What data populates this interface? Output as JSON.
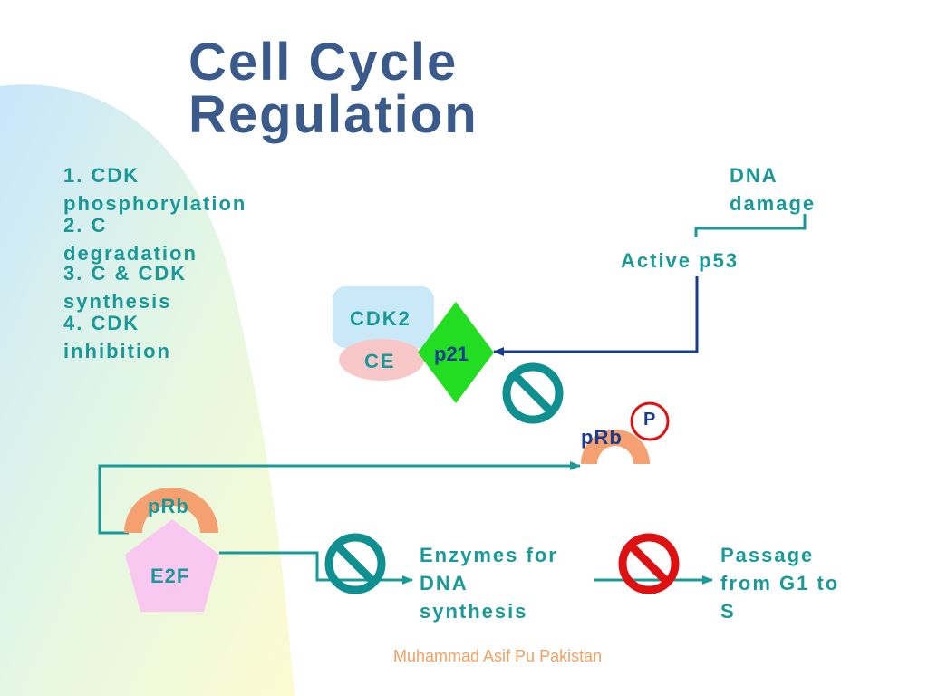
{
  "title": {
    "line1": "Cell Cycle",
    "line2": "Regulation"
  },
  "mechanisms": [
    {
      "line1": "1. CDK",
      "line2": "phosphorylation"
    },
    {
      "line1": "2. C",
      "line2": "degradation"
    },
    {
      "line1": "3. C & CDK",
      "line2": "synthesis"
    },
    {
      "line1": "4. CDK",
      "line2": "inhibition"
    }
  ],
  "dna_damage": {
    "line1": "DNA",
    "line2": "damage"
  },
  "active_p53": "Active p53",
  "cdk2": "CDK2",
  "ce": "CE",
  "p21": "p21",
  "prb_phospho": "pRb",
  "phosphate": "P",
  "prb_bound": "pRb",
  "e2f": "E2F",
  "enzymes": {
    "line1": "Enzymes for",
    "line2": "DNA",
    "line3": "synthesis"
  },
  "passage": {
    "line1": "Passage",
    "line2": "from G1 to",
    "line3": "S"
  },
  "footer": "Muhammad Asif Pu Pakistan",
  "colors": {
    "title": "#3a5a8c",
    "teal": "#1a9999",
    "navy": "#1a3d8f",
    "salmon": "#f4a070",
    "cdk2_fill": "#c9e9f9",
    "ce_fill": "#f8c8c8",
    "p21_fill": "#22dd22",
    "e2f_fill": "#f8c8f0",
    "inhibit_teal": "#0f8f8f",
    "inhibit_red": "#dd1111",
    "footer": "#f0a060"
  }
}
